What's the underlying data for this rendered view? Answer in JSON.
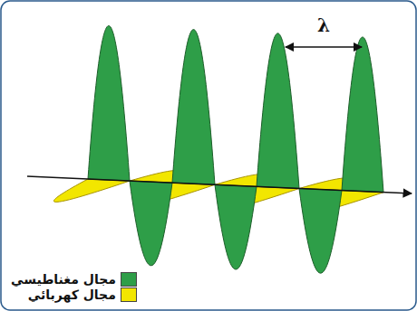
{
  "diagram": {
    "labels": [
      "λ"
    ],
    "legend": [
      {
        "text": "مجال مغناطيسي",
        "color": "#2e9e48"
      },
      {
        "text": "مجال كهربائي",
        "color": "#f2e600"
      }
    ]
  }
}
